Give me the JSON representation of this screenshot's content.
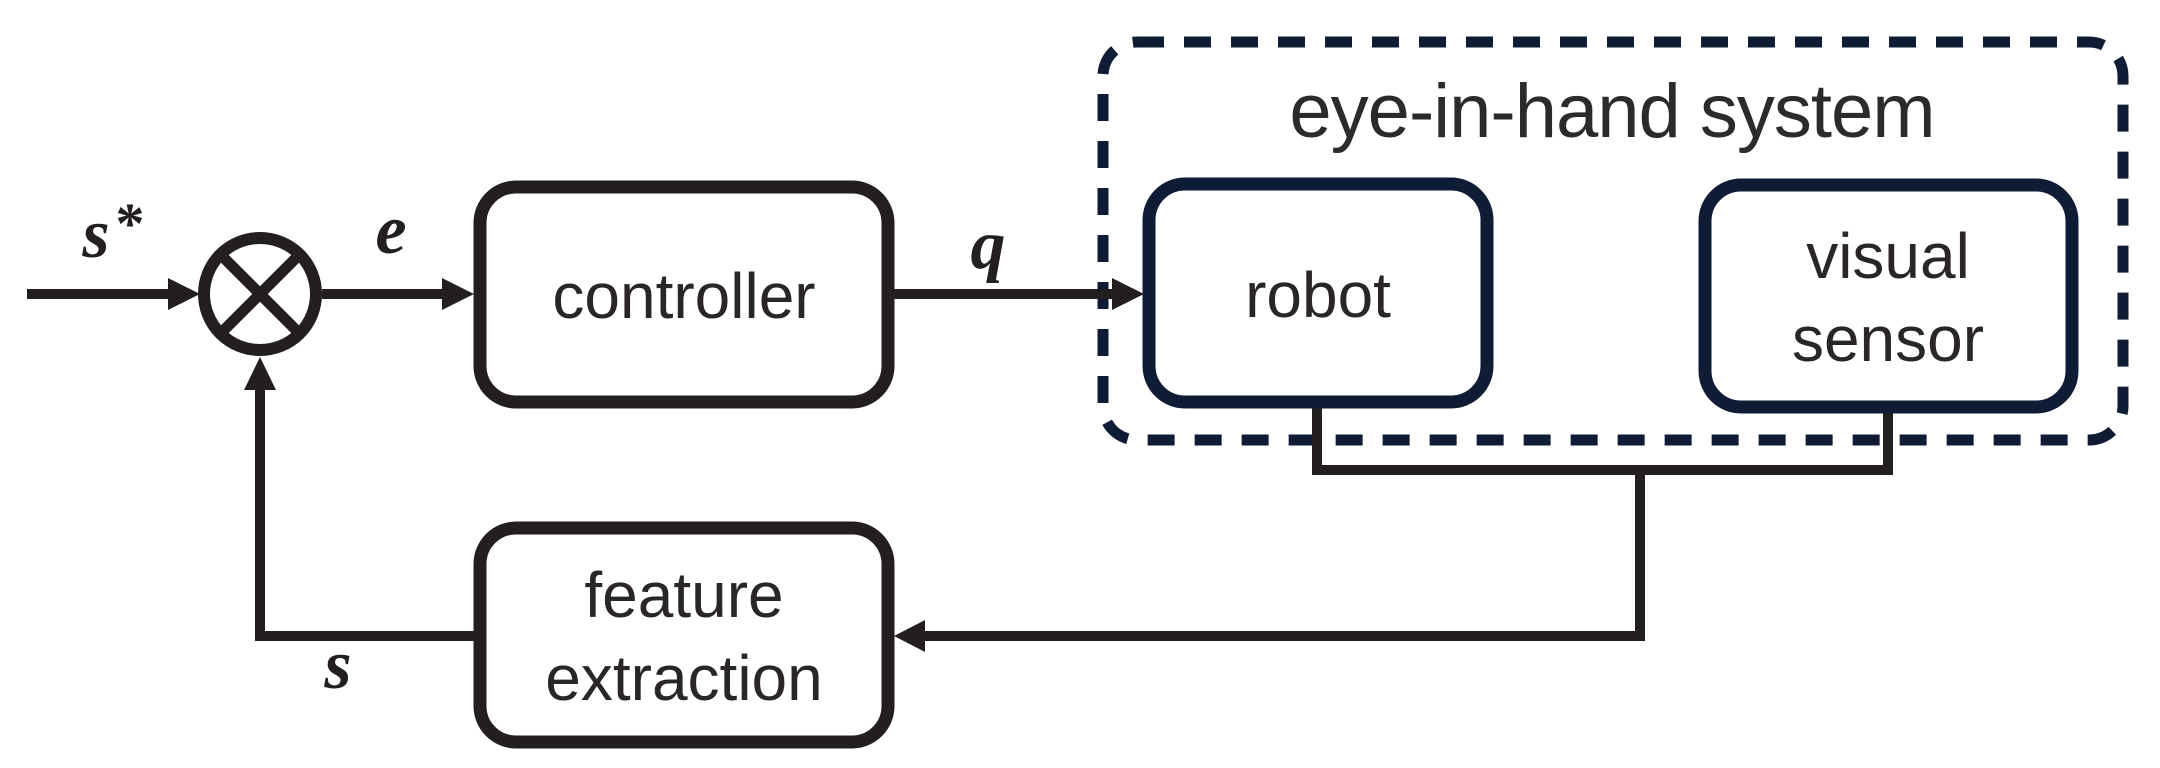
{
  "figure": {
    "type": "visual-servoing-control-loop-block-diagram",
    "title": "eye-in-hand system",
    "colors": {
      "line_black": "#231f20",
      "navy_accent": "#0e1c36",
      "label_text": "#2a2627",
      "background": "#ffffff"
    },
    "blocks": {
      "controller": {
        "label": "controller"
      },
      "robot": {
        "label": "robot"
      },
      "visual_sensor": {
        "line1": "visual",
        "line2": "sensor"
      },
      "feature_extraction": {
        "line1": "feature",
        "line2": "extraction"
      }
    },
    "signals": {
      "reference": "s",
      "reference_superscript": "*",
      "error": "e",
      "control_input": "q",
      "feedback": "s"
    }
  }
}
